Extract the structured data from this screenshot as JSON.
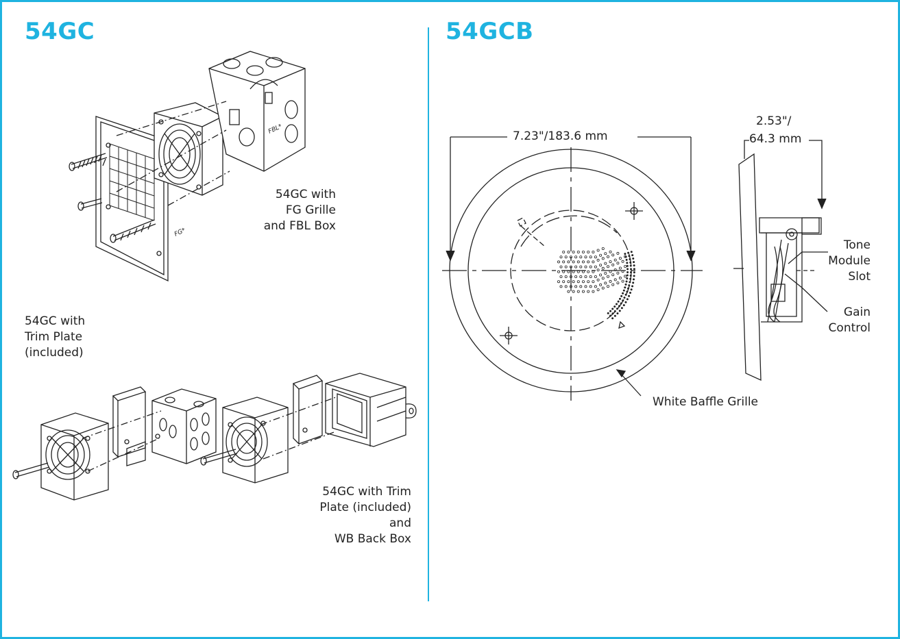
{
  "left": {
    "title": "54GC",
    "fg_caption": "54GC with\nFG Grille\nand FBL Box",
    "trim_caption": "54GC with\nTrim Plate\n(included)",
    "wb_caption": "54GC with Trim\nPlate (included)\nand\nWB Back Box",
    "fbl_mark": "FBL*",
    "fg_mark": "FG*"
  },
  "right": {
    "title": "54GCB",
    "diameter_label": "7.23\"/183.6 mm",
    "depth_label_1": "2.53\"/",
    "depth_label_2": "64.3 mm",
    "tone_label": "Tone\nModule\nSlot",
    "gain_label": "Gain\nControl",
    "baffle_label": "White Baffle Grille"
  },
  "colors": {
    "accent": "#1fb3e0",
    "ink": "#222222"
  }
}
